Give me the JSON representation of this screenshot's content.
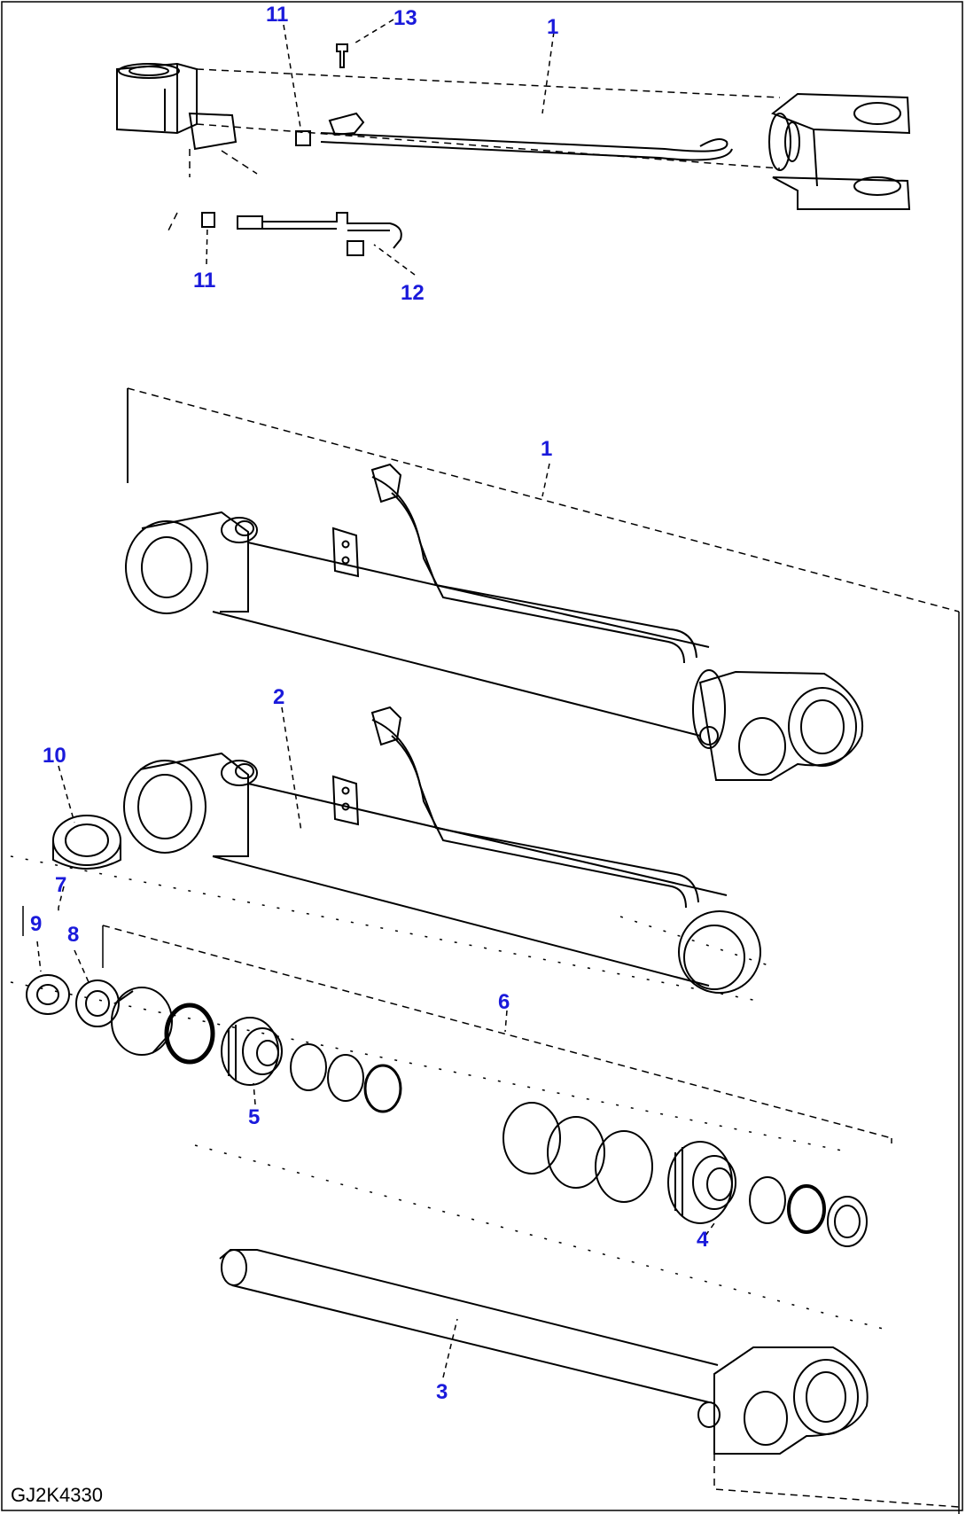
{
  "figure": {
    "drawing_code": "GJ2K4330",
    "callout_color": "#1a1adb",
    "callouts": {
      "c1_top": "1",
      "c11_top": "11",
      "c13": "13",
      "c11_bottom": "11",
      "c12": "12",
      "c1_main": "1",
      "c2": "2",
      "c10": "10",
      "c7": "7",
      "c9": "9",
      "c8": "8",
      "c6": "6",
      "c5": "5",
      "c4": "4",
      "c3": "3"
    }
  }
}
